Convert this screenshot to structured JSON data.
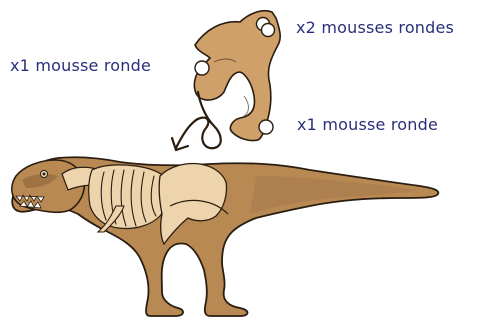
{
  "labels": {
    "two_round_foams": "x2 mousses rondes",
    "one_round_foam_left": "x1 mousse ronde",
    "one_round_foam_right": "x1 mousse ronde"
  },
  "icons": {
    "foam_dot": "white-circle",
    "arrow": "curly-arrow"
  },
  "colors": {
    "label_text": "#2b2f7a",
    "part_fill": "#cfa06a",
    "part_outline": "#2a1d10",
    "dino_body": "#b98954",
    "dino_skin_dark": "#8d6239",
    "bone_fill": "#eed4ad",
    "foam_fill": "#ffffff"
  }
}
